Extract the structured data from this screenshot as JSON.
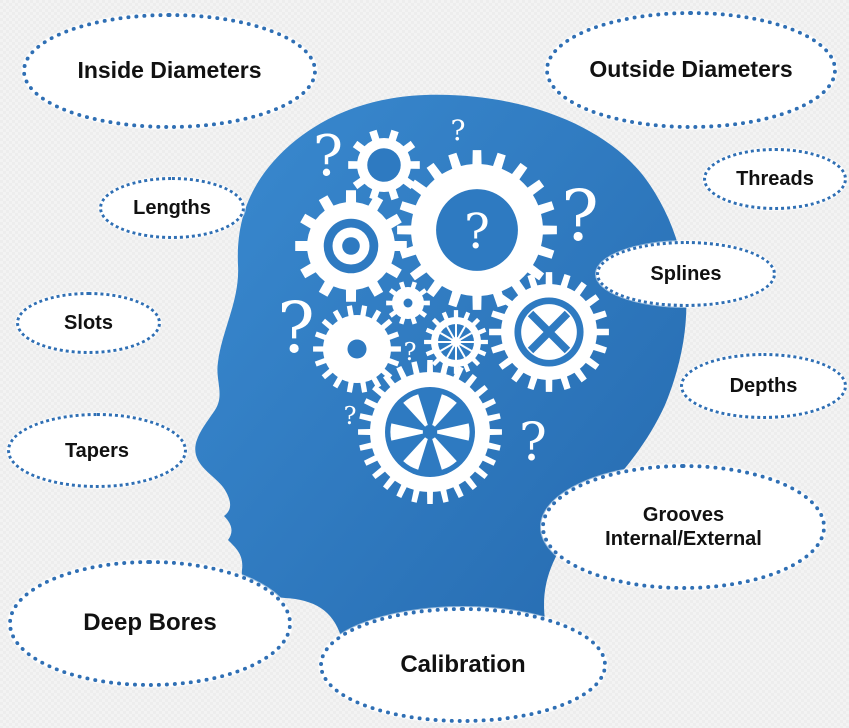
{
  "colors": {
    "head": "#2e7ac1",
    "gear": "#ffffff",
    "bubble_border": "#2f6fb4",
    "bubble_fill": "#ffffff",
    "text": "#111111",
    "background": "#ededed"
  },
  "head": {
    "question_mark": "?"
  },
  "bubbles": {
    "inside_diameters": "Inside Diameters",
    "outside_diameters": "Outside Diameters",
    "lengths": "Lengths",
    "threads": "Threads",
    "splines": "Splines",
    "slots": "Slots",
    "depths": "Depths",
    "tapers": "Tapers",
    "grooves_line1": "Grooves",
    "grooves_line2": "Internal/External",
    "deep_bores": "Deep Bores",
    "calibration": "Calibration"
  }
}
